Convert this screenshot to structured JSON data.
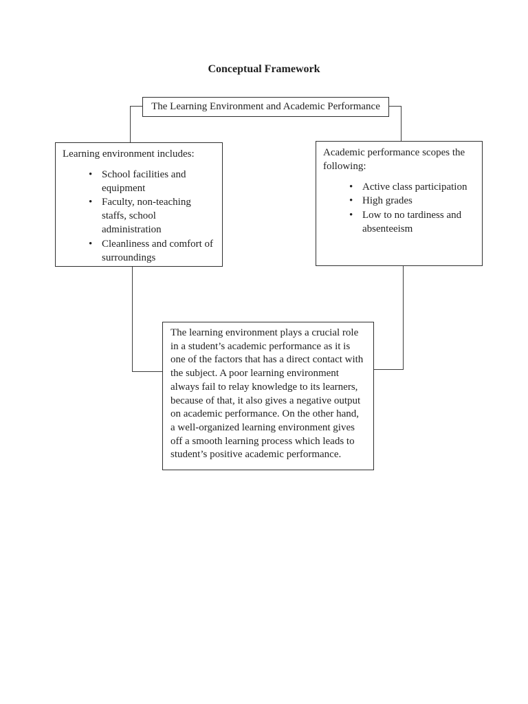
{
  "page": {
    "title": "Conceptual Framework"
  },
  "top_box": {
    "label": "The Learning Environment and Academic Performance"
  },
  "left_box": {
    "heading": "Learning environment includes:",
    "bullets": [
      "School facilities and equipment",
      "Faculty, non-teaching staffs, school administration",
      "Cleanliness and comfort of surroundings"
    ]
  },
  "right_box": {
    "heading": "Academic performance scopes the following:",
    "bullets": [
      "Active class participation",
      "High grades",
      "Low to no tardiness and absenteeism"
    ]
  },
  "center_box": {
    "text": "The learning environment plays a crucial role in a student’s academic performance as it is one of the factors that has a direct contact with the subject. A poor learning environment always fail to relay knowledge to its learners, because of that, it also gives a negative output on academic performance. On the other hand, a well-organized learning environment gives off a smooth learning process which leads to student’s positive academic performance.",
    "note": ""
  },
  "colors": {
    "background": "#ffffff",
    "text": "#1f1f1f",
    "box_border": "#2e2e2e",
    "connector_line": "#3b3b3b"
  }
}
